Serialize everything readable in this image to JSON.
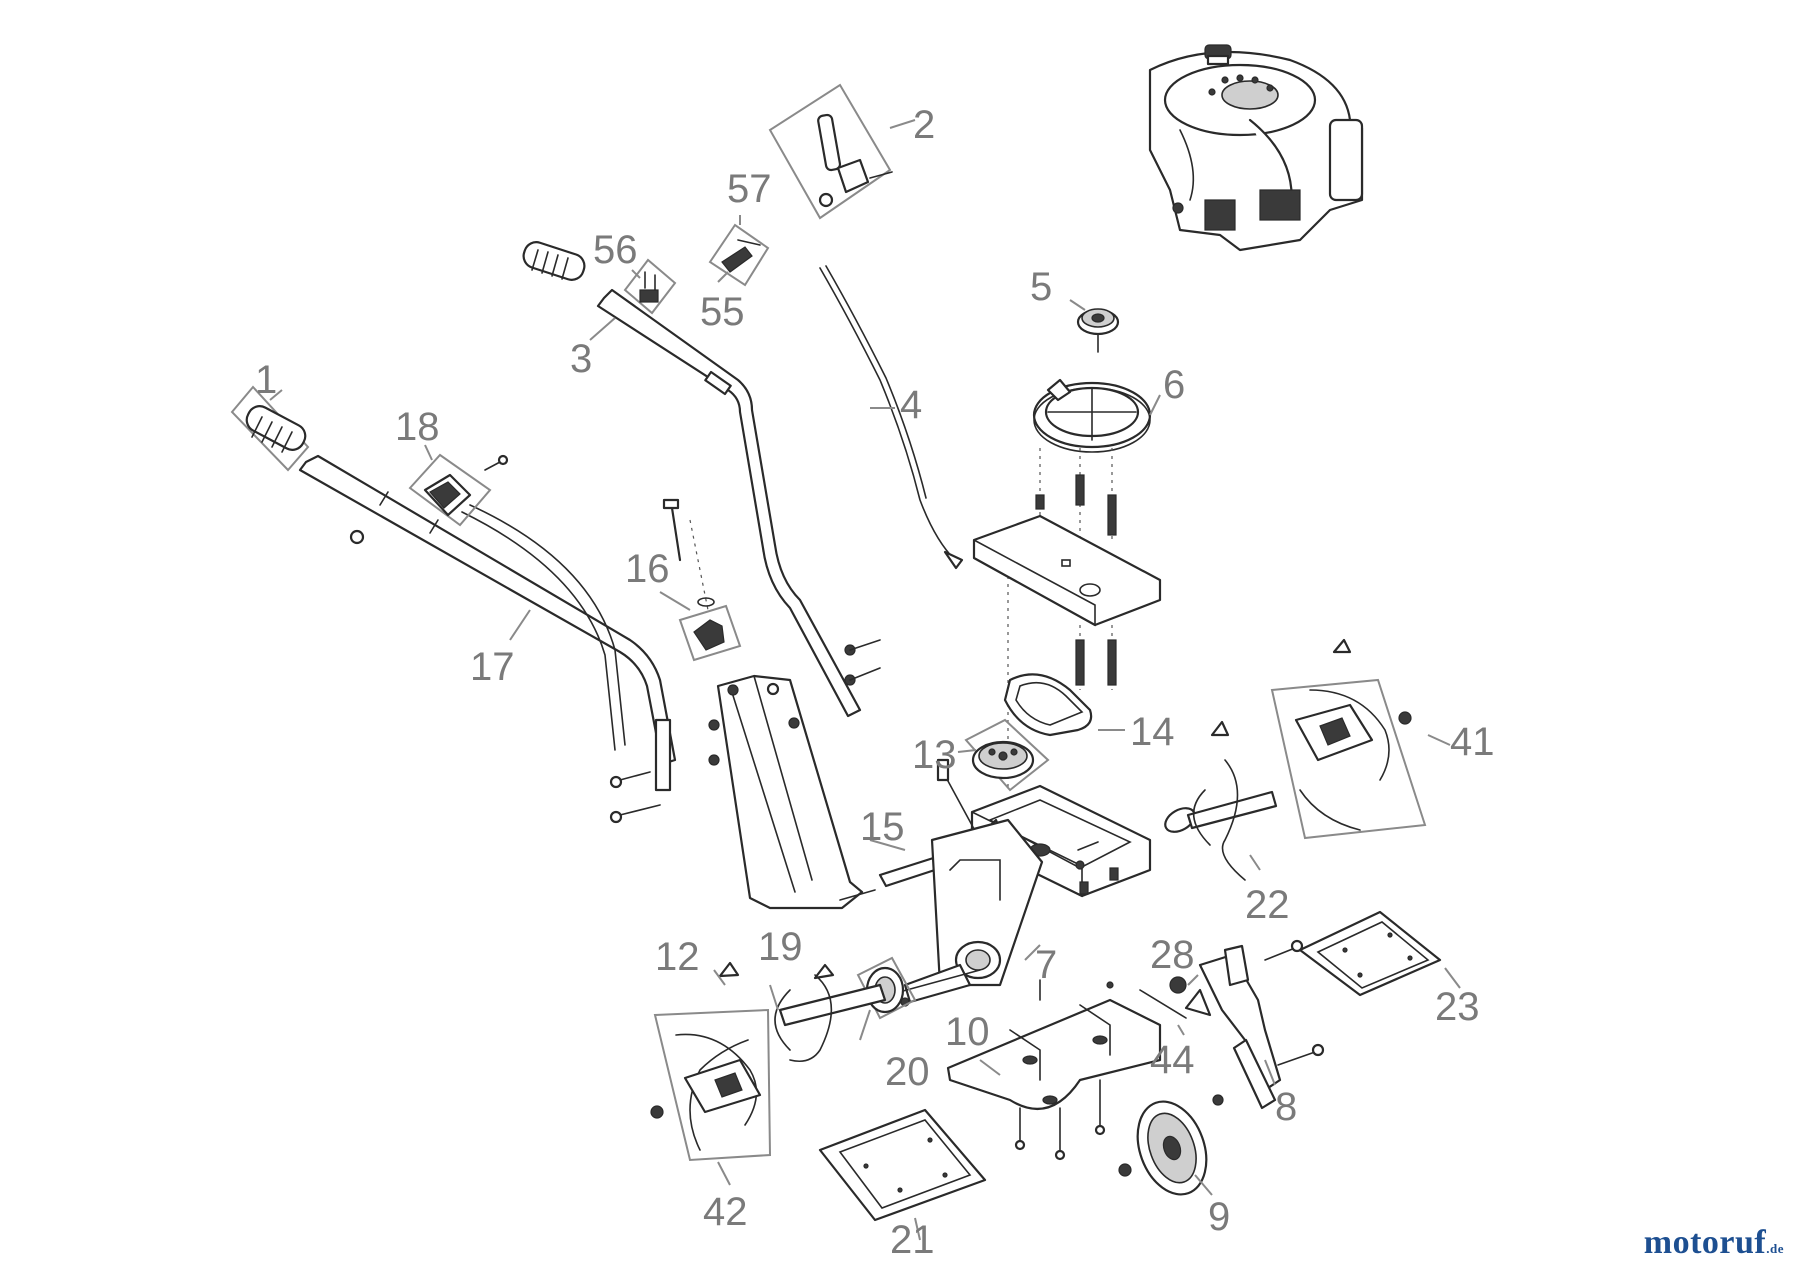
{
  "diagram": {
    "labels": [
      "1",
      "2",
      "3",
      "4",
      "5",
      "6",
      "7",
      "8",
      "9",
      "10",
      "12",
      "13",
      "14",
      "15",
      "16",
      "17",
      "18",
      "19",
      "20",
      "21",
      "22",
      "23",
      "28",
      "41",
      "42",
      "44",
      "55",
      "56",
      "57"
    ],
    "colors": {
      "label": "#7a7a7a",
      "line": "#2a2a2a",
      "logo": "#1d4f91"
    }
  },
  "watermark": {
    "text": "motoruf",
    "suffix": ".de"
  }
}
